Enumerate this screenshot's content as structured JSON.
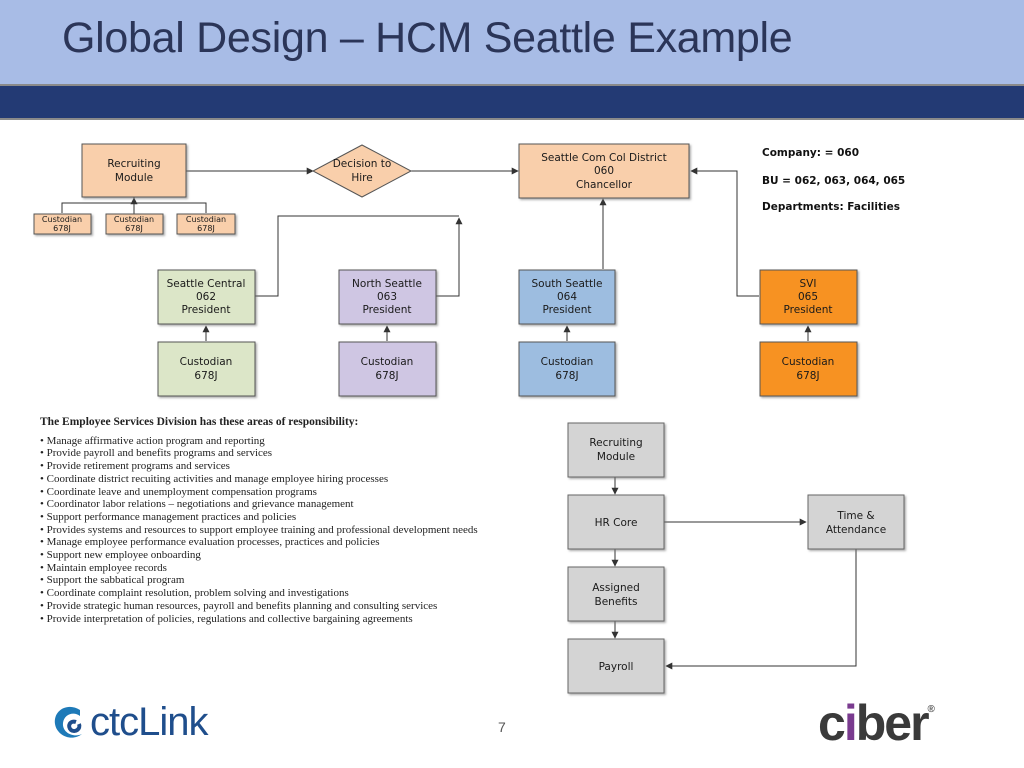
{
  "slide": {
    "title": "Global Design – HCM Seattle Example",
    "page_number": "7"
  },
  "org_chart": {
    "recruiting_module": {
      "line1": "Recruiting",
      "line2": "Module"
    },
    "custodian_small": [
      {
        "line1": "Custodian",
        "line2": "678J"
      },
      {
        "line1": "Custodian",
        "line2": "678J"
      },
      {
        "line1": "Custodian",
        "line2": "678J"
      }
    ],
    "decision": {
      "line1": "Decision to",
      "line2": "Hire"
    },
    "district": {
      "line1": "Seattle Com Col District",
      "line2": "060",
      "line3": "Chancellor"
    },
    "info": {
      "company": "Company: = 060",
      "bu": "BU = 062, 063, 064, 065",
      "departments": "Departments:  Facilities"
    },
    "colleges": [
      {
        "line1": "Seattle Central",
        "line2": "062",
        "line3": "President",
        "color": "#dce6c8"
      },
      {
        "line1": "North Seattle",
        "line2": "063",
        "line3": "President",
        "color": "#cfc6e3"
      },
      {
        "line1": "South Seattle",
        "line2": "064",
        "line3": "President",
        "color": "#9dbde0"
      },
      {
        "line1": "SVI",
        "line2": "065",
        "line3": "President",
        "color": "#f79220"
      }
    ],
    "custodians": [
      {
        "line1": "Custodian",
        "line2": "678J"
      },
      {
        "line1": "Custodian",
        "line2": "678J"
      },
      {
        "line1": "Custodian",
        "line2": "678J"
      },
      {
        "line1": "Custodian",
        "line2": "678J"
      }
    ],
    "box_color_peach": "#f9cfab"
  },
  "responsibilities": {
    "heading": "The Employee Services Division has these areas of responsibility:",
    "items": [
      "Manage affirmative action program and reporting",
      "Provide payroll and benefits programs and services",
      "Provide retirement programs and services",
      "Coordinate district recuiting activities and manage employee hiring processes",
      "Coordinate leave and unemployment compensation programs",
      "Coordinator labor relations – negotiations and grievance management",
      "Support performance management practices and policies",
      "Provides systems and resources to support employee training and professional development needs",
      "Manage employee performance evaluation processes, practices and policies",
      "Support new employee onboarding",
      "Maintain employee records",
      "Support the sabbatical program",
      "Coordinate complaint resolution, problem solving and investigations",
      "Provide strategic human resources, payroll and benefits planning and consulting services",
      "Provide interpretation of policies, regulations and collective bargaining agreements"
    ]
  },
  "process_flow": {
    "recruiting": {
      "line1": "Recruiting",
      "line2": "Module"
    },
    "hr_core": "HR Core",
    "time_attendance": {
      "line1": "Time &",
      "line2": "Attendance"
    },
    "assigned_benefits": {
      "line1": "Assigned",
      "line2": "Benefits"
    },
    "payroll": "Payroll",
    "box_color": "#d4d4d4"
  },
  "footer": {
    "ctclink_logo": "ctcLink",
    "ciber_logo": "ciber",
    "ciber_registered": "®"
  }
}
